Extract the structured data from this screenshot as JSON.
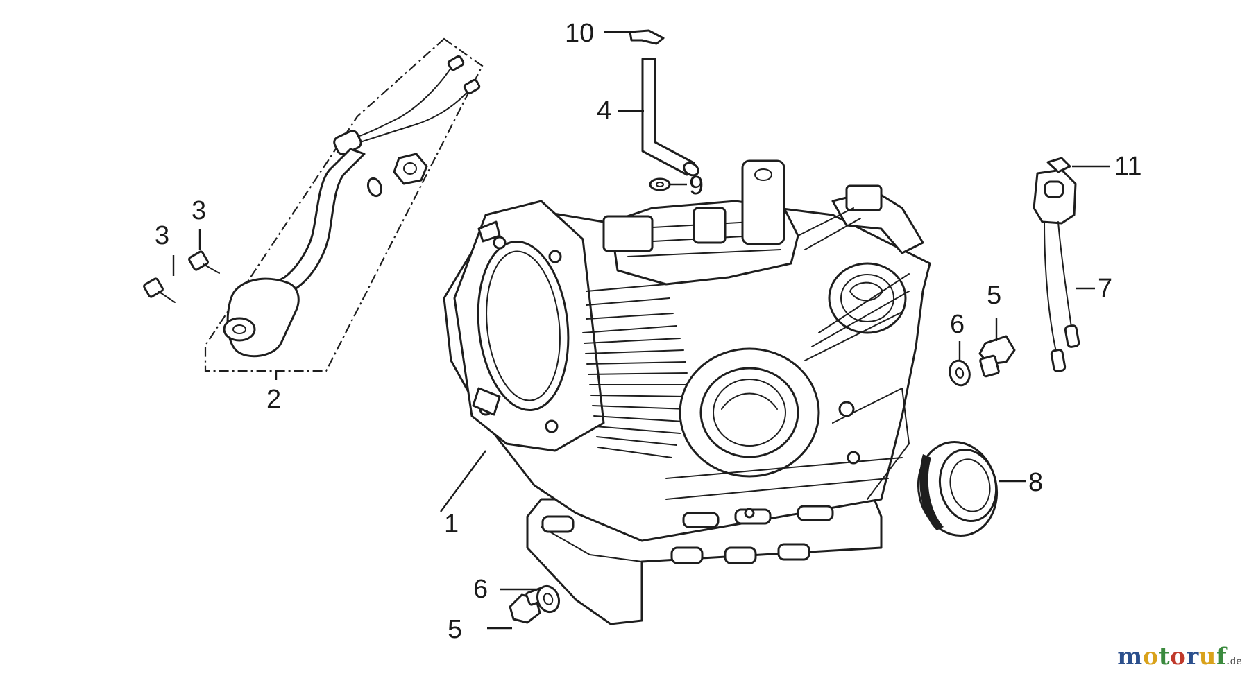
{
  "callouts": {
    "c1": "1",
    "c2": "2",
    "c3a": "3",
    "c3b": "3",
    "c4": "4",
    "c5a": "5",
    "c5b": "5",
    "c6a": "6",
    "c6b": "6",
    "c7": "7",
    "c8": "8",
    "c9": "9",
    "c10": "10",
    "c11": "11"
  },
  "brand": {
    "letters": [
      "m",
      "o",
      "t",
      "o",
      "r",
      "u",
      "f"
    ],
    "letter_colors": [
      "#2b4f8c",
      "#d9a21b",
      "#3b8a3e",
      "#c0392b",
      "#2b4f8c",
      "#d9a21b",
      "#3b8a3e"
    ],
    "tld": ".de"
  }
}
